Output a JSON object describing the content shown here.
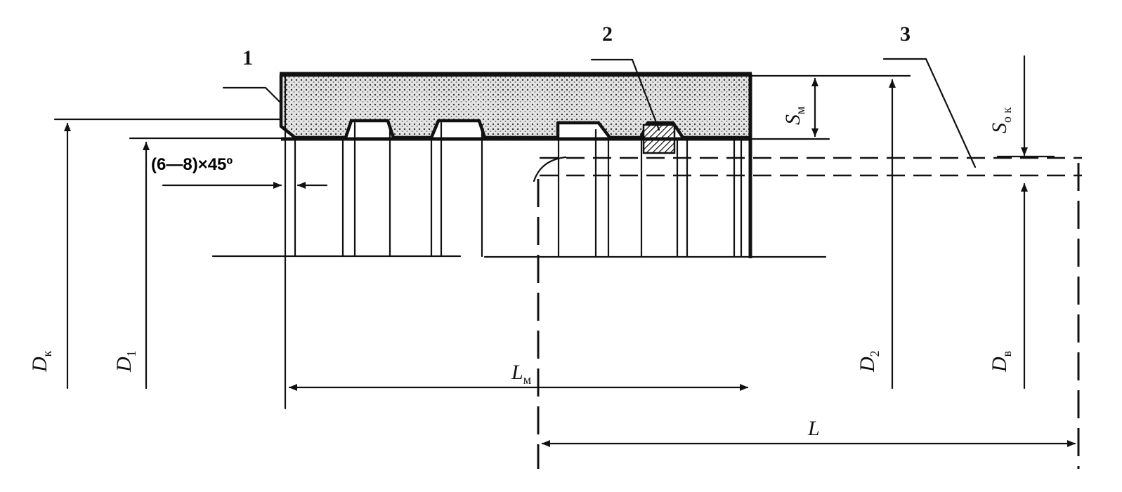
{
  "callouts": {
    "one": "1",
    "two": "2",
    "three": "3"
  },
  "chamfer_note": "(6—8)×45º",
  "dims": {
    "Dk": {
      "main": "D",
      "sub": "к"
    },
    "D1": {
      "main": "D",
      "sub": "1"
    },
    "D2": {
      "main": "D",
      "sub": "2"
    },
    "Dv": {
      "main": "D",
      "sub": "в"
    },
    "Sm": {
      "main": "S",
      "sub": "м"
    },
    "Sok": {
      "main": "S",
      "sub": "о к"
    },
    "Lm": {
      "main": "L",
      "sub": "м"
    },
    "L": {
      "main": "L",
      "sub": ""
    }
  },
  "colors": {
    "line": "#111111",
    "fill": "#cfcfcf",
    "background": "#ffffff"
  }
}
